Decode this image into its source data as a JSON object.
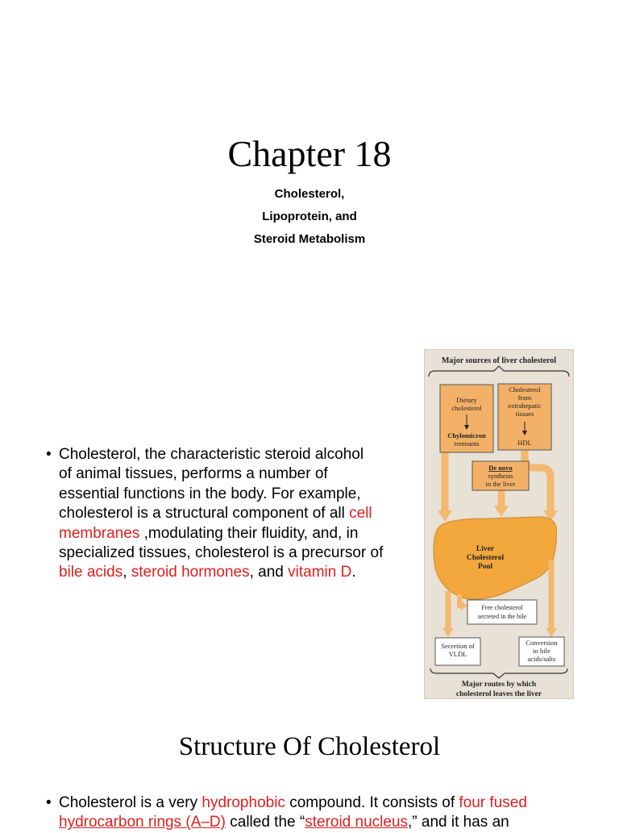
{
  "title": "Chapter 18",
  "subtitle_lines": [
    "Cholesterol,",
    "Lipoprotein, and",
    "Steroid Metabolism"
  ],
  "bullet1": {
    "marker": "•",
    "line1": "Cholesterol, the characteristic steroid alcohol",
    "line2": "of animal tissues, performs a number of",
    "line3": "essential functions in the body. For example,",
    "line4_a": "cholesterol is a structural component of all ",
    "line4_b": "cell",
    "line5_a": "membranes",
    "line5_b": " ,modulating their fluidity, and, in",
    "line6": "specialized tissues, cholesterol is a precursor of",
    "line7_a": "bile acids",
    "line7_b": ", ",
    "line7_c": "steroid hormones",
    "line7_d": ", and ",
    "line7_e": "vitamin D",
    "line7_f": "."
  },
  "diagram": {
    "header": "Major sources of liver cholesterol",
    "dietary": [
      "Dietary",
      "cholesterol"
    ],
    "chylomicron": [
      "Chylomicron",
      "remnants"
    ],
    "extrahepatic": [
      "Cholesterol",
      "from",
      "extrahepatic",
      "tissues"
    ],
    "hdl": "HDL",
    "denovo": [
      "De novo",
      "synthesis",
      "in the liver"
    ],
    "liver": [
      "Liver",
      "Cholesterol",
      "Pool"
    ],
    "bile": [
      "Free cholesterol",
      "secreted in the bile"
    ],
    "vldl": [
      "Secretion of",
      "VLDL"
    ],
    "conversion": [
      "Conversion",
      "to bile",
      "acids/salts"
    ],
    "footer": [
      "Major routes by which",
      "cholesterol leaves the liver"
    ],
    "colors": {
      "background": "#e7e1d6",
      "box": "#f3b167",
      "liver": "#f1a73c",
      "arrow": "#f4b870",
      "border": "#555555"
    }
  },
  "section_title": "Structure Of Cholesterol",
  "bullet2": {
    "marker": "•",
    "line1_a": "Cholesterol is a very ",
    "line1_b": "hydrophobic",
    "line1_c": " compound. It consists of ",
    "line1_d": "four fused",
    "line2_a": "hydrocarbon rings (A–D)",
    "line2_b": " called the “",
    "line2_c": "steroid nucleus",
    "line2_d": ",” and it has an"
  }
}
